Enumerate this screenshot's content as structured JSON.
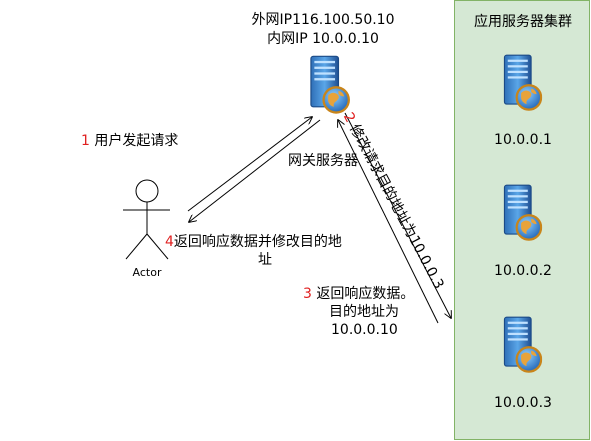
{
  "gateway": {
    "public_ip": "外网IP116.100.50.10",
    "private_ip": "内网IP 10.0.0.10",
    "name": "网关服务器"
  },
  "actor": {
    "label": "Actor"
  },
  "cluster": {
    "title": "应用服务器集群",
    "servers": [
      {
        "ip": "10.0.0.1"
      },
      {
        "ip": "10.0.0.2"
      },
      {
        "ip": "10.0.0.3"
      }
    ]
  },
  "steps": {
    "s1": {
      "num": "1",
      "text": " 用户发起请求"
    },
    "s2": {
      "num": "2",
      "text": " 修改请求目的地址为10.0.0.3"
    },
    "s3": {
      "num": "3",
      "line1": " 返回响应数据。",
      "line2": "目的地址为",
      "line3": "10.0.0.10"
    },
    "s4": {
      "num": "4",
      "line1": "返回响应数据并修改目的地",
      "line2": "址"
    }
  },
  "colors": {
    "cluster_fill": "#d5e8d4",
    "cluster_border": "#82b366",
    "step_number": "#e02020"
  }
}
